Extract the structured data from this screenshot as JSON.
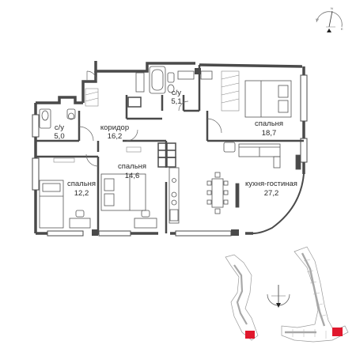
{
  "plan": {
    "rooms": [
      {
        "id": "bath-left",
        "name": "с/у",
        "area": "5,0"
      },
      {
        "id": "corridor",
        "name": "коридор",
        "area": "16,2"
      },
      {
        "id": "bath-top",
        "name": "с/у",
        "area": "5,1"
      },
      {
        "id": "bedroom-ne",
        "name": "спальня",
        "area": "18,7"
      },
      {
        "id": "bedroom-mid",
        "name": "спальня",
        "area": "14,6"
      },
      {
        "id": "bedroom-sw",
        "name": "спальня",
        "area": "12,2"
      },
      {
        "id": "kitchen",
        "name": "кухня-гостиная",
        "area": "27,2"
      }
    ]
  },
  "compass_letters": [
    "N",
    "E",
    "W"
  ],
  "colors": {
    "wall": "#4a4a4a",
    "thin": "#555555",
    "highlight": "#e0182d",
    "site": "#9a9a9a"
  }
}
